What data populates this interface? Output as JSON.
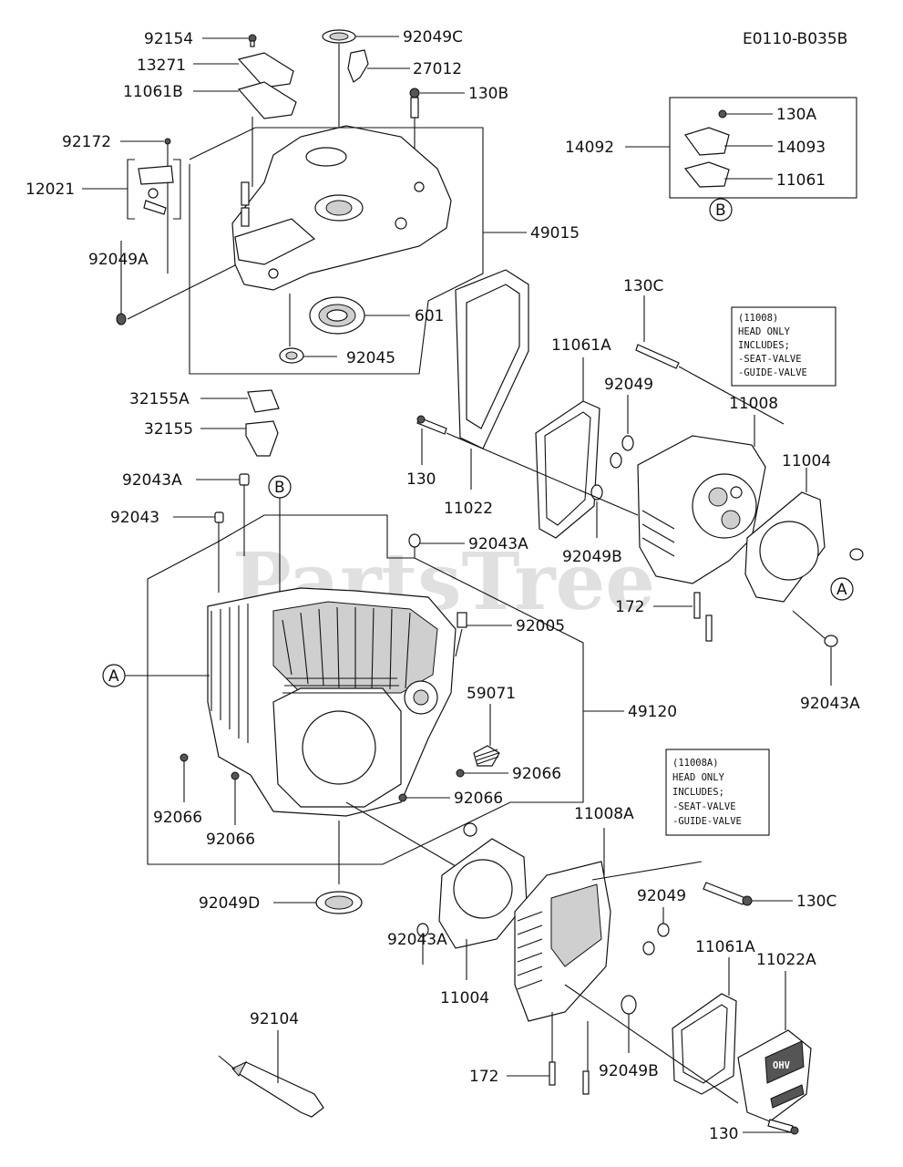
{
  "diagram_code": "E0110-B035B",
  "watermark": "PartsTree",
  "callouts": {
    "a_left": "A",
    "a_right": "A",
    "b_top": "B",
    "b_mid": "B"
  },
  "notes": {
    "n1": [
      "(11008)",
      "HEAD ONLY",
      "INCLUDES;",
      "-SEAT-VALVE",
      "-GUIDE-VALVE"
    ],
    "n2": [
      "(11008A)",
      "HEAD ONLY",
      "INCLUDES;",
      "-SEAT-VALVE",
      "-GUIDE-VALVE"
    ]
  },
  "labels": {
    "p92154": "92154",
    "p13271": "13271",
    "p11061B": "11061B",
    "p92172": "92172",
    "p12021": "12021",
    "p92049A": "92049A",
    "p92049C": "92049C",
    "p27012": "27012",
    "p130B": "130B",
    "p49015": "49015",
    "p601": "601",
    "p92045": "92045",
    "p130A": "130A",
    "p14092": "14092",
    "p14093": "14093",
    "p11061": "11061",
    "p130C_top": "130C",
    "p11061A_top": "11061A",
    "p92049_top": "92049",
    "p11008": "11008",
    "p11004_top": "11004",
    "p32155A": "32155A",
    "p32155": "32155",
    "p92043A_1": "92043A",
    "p92043": "92043",
    "p130": "130",
    "p11022": "11022",
    "p92043A_2": "92043A",
    "p92049B_top": "92049B",
    "p172_top": "172",
    "p92043A_3": "92043A",
    "p92005": "92005",
    "p59071": "59071",
    "p49120": "49120",
    "p92066_a": "92066",
    "p92066_b": "92066",
    "p92066_c": "92066",
    "p92066_d": "92066",
    "p11008A": "11008A",
    "p92049D": "92049D",
    "p92049_bot": "92049",
    "p130C_bot": "130C",
    "p92043A_4": "92043A",
    "p11004_bot": "11004",
    "p11061A_bot": "11061A",
    "p11022A": "11022A",
    "p92104": "92104",
    "p172_bot": "172",
    "p92049B_bot": "92049B",
    "p130_bot": "130"
  },
  "stamp_text": "OHV"
}
